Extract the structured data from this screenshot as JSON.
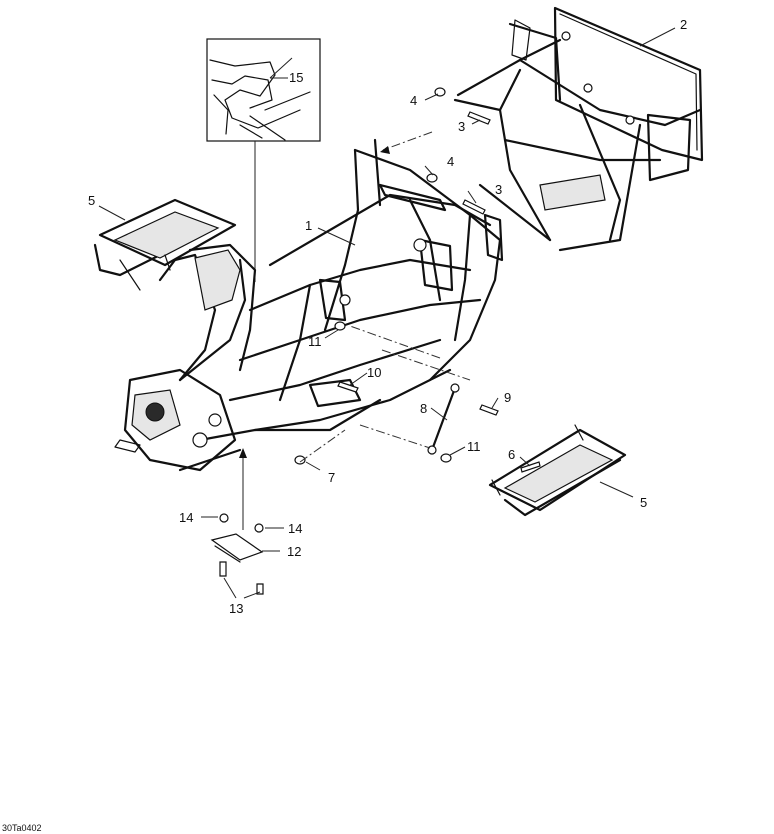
{
  "callouts": {
    "c1": "1",
    "c2": "2",
    "c3a": "3",
    "c3b": "3",
    "c4a": "4",
    "c4b": "4",
    "c5a": "5",
    "c5b": "5",
    "c6": "6",
    "c7": "7",
    "c8": "8",
    "c9": "9",
    "c10": "10",
    "c11a": "11",
    "c11b": "11",
    "c12": "12",
    "c13": "13",
    "c14a": "14",
    "c14b": "14",
    "c15": "15"
  },
  "figure_code": "30Ta0402"
}
